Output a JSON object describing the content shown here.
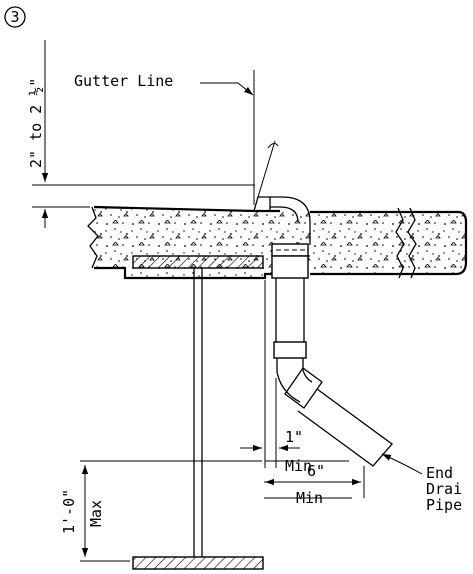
{
  "detail": {
    "number": "3"
  },
  "labels": {
    "gutter_line": "Gutter Line",
    "vertical_dim": "2\" to 2 ½\"",
    "one_inch": "1\"",
    "one_inch_min": "Min",
    "six_inch": "6\"",
    "six_inch_min": "Min",
    "end_drain_1": "End",
    "end_drain_2": "Drai",
    "end_drain_3": "Pipe",
    "one_foot": "1'-0\"",
    "max": "Max"
  }
}
